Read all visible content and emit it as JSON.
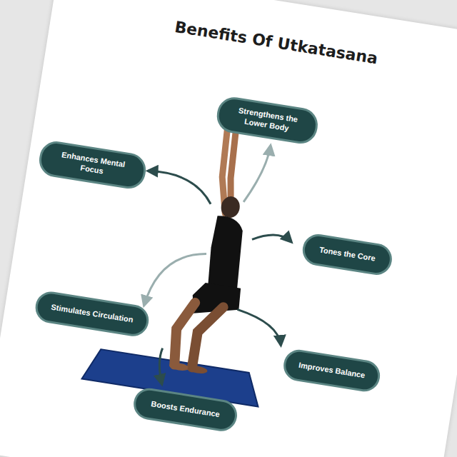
{
  "diagram": {
    "title": "Benefits Of Utkatasana",
    "nodes": [
      {
        "text": [
          "Strengthens the Lower Body"
        ]
      },
      {
        "text": [
          "Enhances Mental Focus"
        ]
      },
      {
        "text": [
          "Tones the Core"
        ]
      },
      {
        "text": [
          "Stimulates Circulation"
        ]
      },
      {
        "text": [
          "Improves Balance"
        ]
      },
      {
        "text": [
          "Boosts Endurance"
        ]
      }
    ]
  }
}
